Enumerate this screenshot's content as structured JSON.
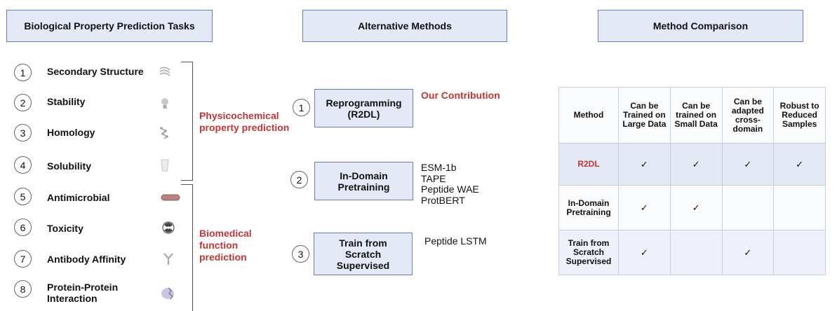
{
  "headers": {
    "tasks": "Biological Property Prediction Tasks",
    "methods": "Alternative Methods",
    "comparison": "Method Comparison"
  },
  "tasks": [
    {
      "num": "1",
      "label": "Secondary Structure",
      "icon": "helix-icon"
    },
    {
      "num": "2",
      "label": "Stability",
      "icon": "lightbulb-icon"
    },
    {
      "num": "3",
      "label": "Homology",
      "icon": "molecule-icon"
    },
    {
      "num": "4",
      "label": "Solubility",
      "icon": "beaker-icon"
    },
    {
      "num": "5",
      "label": "Antimicrobial",
      "icon": "bacterium-icon"
    },
    {
      "num": "6",
      "label": "Toxicity",
      "icon": "radiation-icon"
    },
    {
      "num": "7",
      "label": "Antibody Affinity",
      "icon": "antibody-icon"
    },
    {
      "num": "8",
      "label": "Protein-Protein Interaction",
      "icon": "protein-complex-icon"
    }
  ],
  "groups": {
    "physicochemical": "Physicochemical property prediction",
    "biomedical": "Biomedical function prediction"
  },
  "methods": [
    {
      "num": "1",
      "label": "Reprogramming\n(R2DL)",
      "examples": ""
    },
    {
      "num": "2",
      "label": "In-Domain\nPretraining",
      "examples": "ESM-1b\nTAPE\nPeptide WAE\nProtBERT"
    },
    {
      "num": "3",
      "label": "Train from\nScratch\nSupervised",
      "examples": "Peptide LSTM"
    }
  ],
  "contribution": "Our Contribution",
  "comparison": {
    "columns": [
      "Method",
      "Can be Trained on Large Data",
      "Can be trained on Small Data",
      "Can be adapted cross-domain",
      "Robust to Reduced Samples"
    ],
    "rows": [
      {
        "method": "R2DL",
        "cells": [
          "✓",
          "✓",
          "✓",
          "✓"
        ],
        "highlight": "#c43535"
      },
      {
        "method": "In-Domain Pretraining",
        "cells": [
          "✓",
          "✓",
          "",
          ""
        ]
      },
      {
        "method": "Train from Scratch Supervised",
        "cells": [
          "✓",
          "",
          "✓",
          ""
        ]
      }
    ]
  }
}
